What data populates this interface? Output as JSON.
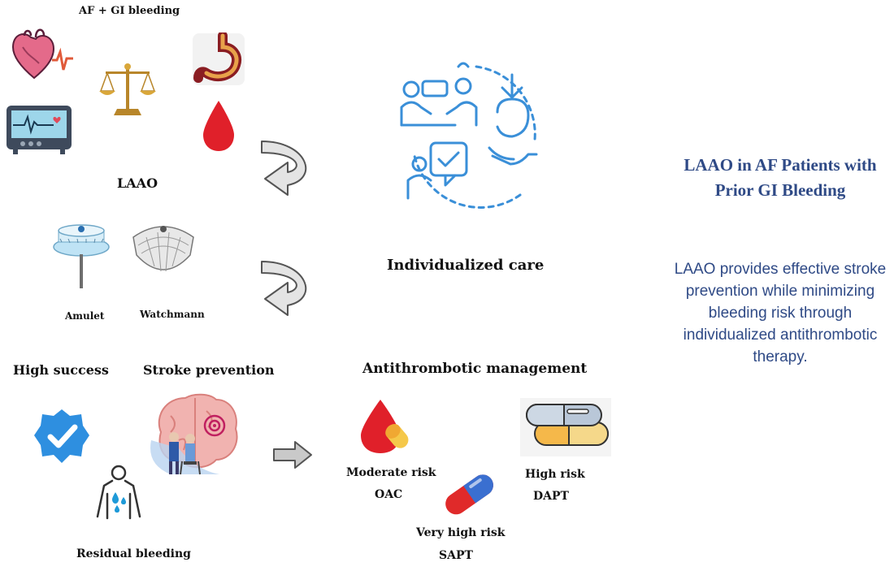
{
  "labels": {
    "af_gi": "AF + GI bleeding",
    "laao": "LAAO",
    "amulet": "Amulet",
    "watchmann": "Watchmann",
    "individualized": "Individualized care",
    "high_success": "High success",
    "stroke_prevention": "Stroke prevention",
    "residual_bleeding": "Residual bleeding",
    "antithrombotic": "Antithrombotic management",
    "moderate_risk": "Moderate risk",
    "oac": "OAC",
    "high_risk": "High risk",
    "dapt": "DAPT",
    "very_high_risk": "Very high risk",
    "sapt": "SAPT"
  },
  "panel": {
    "title": "LAAO in AF Patients with Prior GI Bleeding",
    "body": "LAAO provides effective stroke prevention while minimizing bleeding risk through individualized antithrombotic therapy."
  },
  "colors": {
    "panel_text": "#2f4a86",
    "care_icon": "#3a8fd8",
    "blood": "#e0202a",
    "check_badge": "#2e8fe0"
  }
}
